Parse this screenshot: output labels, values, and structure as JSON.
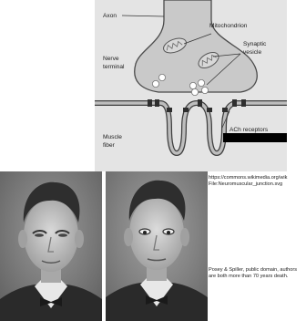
{
  "diagram": {
    "labels": {
      "axon": "Axon",
      "mitochondrion": "Mitochondrion",
      "synaptic_vesicle_line1": "Synaptic",
      "synaptic_vesicle_line2": "vesicle",
      "nerve_terminal_line1": "Nerve",
      "nerve_terminal_line2": "terminal",
      "ach_receptors": "ACh receptors",
      "muscle_fiber_line1": "Muscle",
      "muscle_fiber_line2": "fiber"
    }
  },
  "credits": {
    "source_line1": "https://commons.wikimedia.org/wik",
    "source_line2": "File:Neuromuscular_junction.svg",
    "photo_credit": "Posey & Spiller, public domain, authors are both more than 70 years death."
  }
}
